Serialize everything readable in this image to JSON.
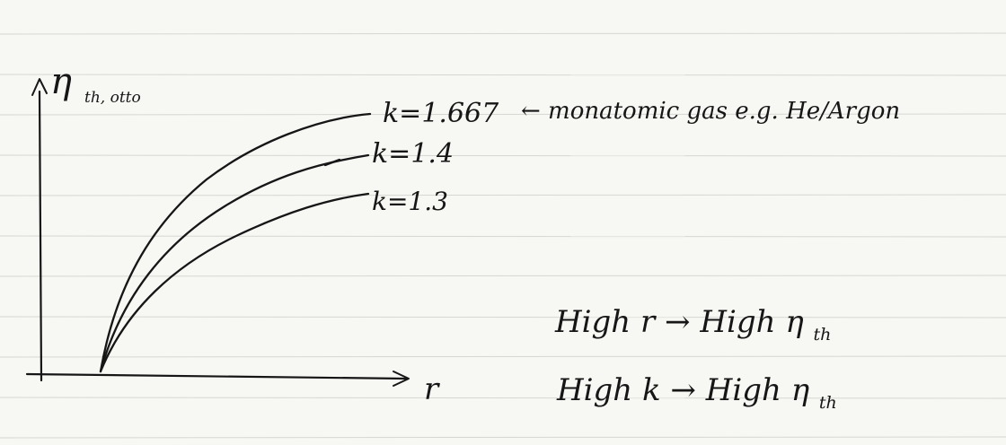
{
  "chart_data": {
    "type": "line",
    "ylabel_symbol": "η",
    "ylabel_subscript": "th, otto",
    "xlabel": "r",
    "series": [
      {
        "name": "k=1.667",
        "annotation": "← monatomic gas e.g. He/Argon",
        "curvature": 1.0
      },
      {
        "name": "k=1.4",
        "annotation": "",
        "curvature": 0.82
      },
      {
        "name": "k=1.3",
        "annotation": "",
        "curvature": 0.67
      }
    ]
  },
  "notes": {
    "line1": "High r → High η",
    "line1_sub": "th",
    "line2": "High k → High η",
    "line2_sub": "th"
  },
  "colors": {
    "ink": "#161616",
    "paper": "#f7f7f4",
    "rule_lines": "#d6d6d2"
  }
}
